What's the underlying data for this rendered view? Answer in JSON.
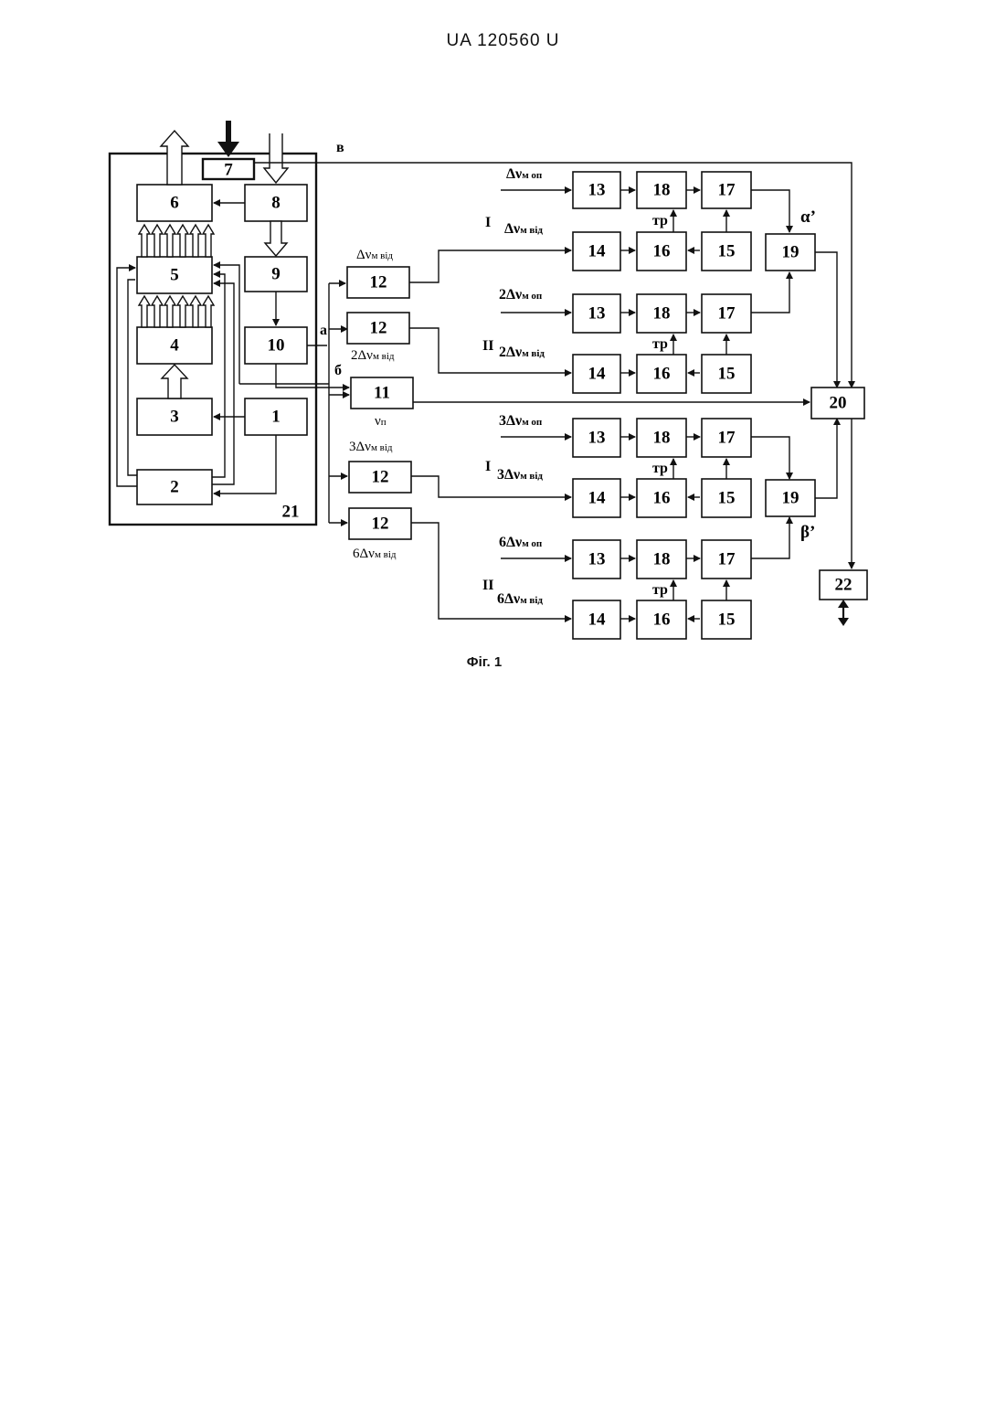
{
  "header": {
    "title": "UA   120560   U"
  },
  "caption": "Фіг. 1",
  "blocks": {
    "b1": "1",
    "b2": "2",
    "b3": "3",
    "b4": "4",
    "b5": "5",
    "b6": "6",
    "b7": "7",
    "b8": "8",
    "b9": "9",
    "b10": "10",
    "b11": "11",
    "b12": "12",
    "b13": "13",
    "b14": "14",
    "b15": "15",
    "b16": "16",
    "b17": "17",
    "b18": "18",
    "b19": "19",
    "b20": "20",
    "b21": "21",
    "b22": "22"
  },
  "labels": {
    "v": "в",
    "a": "а",
    "b": "б",
    "nu_p_main": "ν",
    "nu_p_sub": "п",
    "tr": "тр",
    "alpha": "α’",
    "beta": "β’",
    "roman_1": "I",
    "roman_2": "II",
    "dnu": "Δν",
    "sub_op": "м оп",
    "sub_vid": "м від",
    "k1": "",
    "k2": "2",
    "k3": "3",
    "k6": "6"
  }
}
